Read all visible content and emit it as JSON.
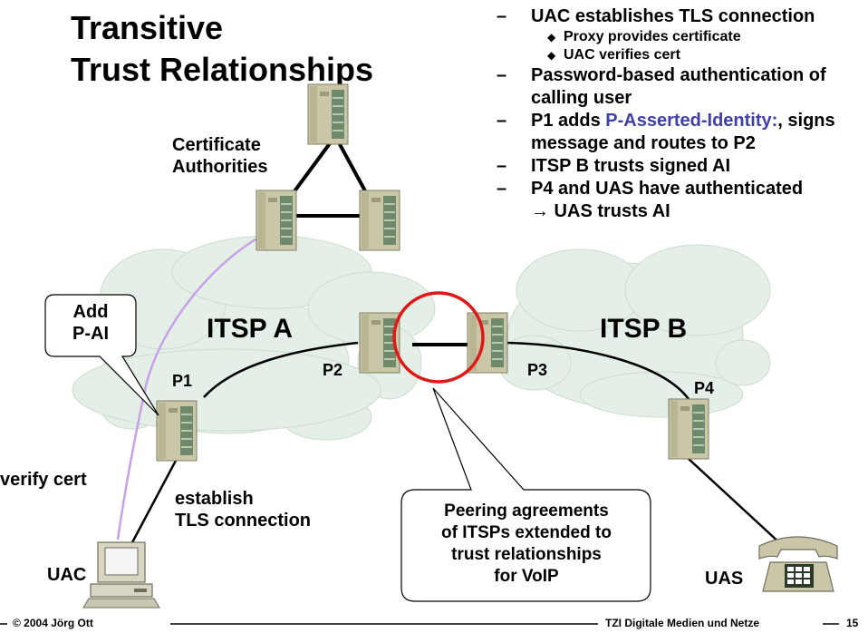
{
  "title": {
    "line1": "Transitive",
    "line2": "Trust Relationships"
  },
  "bullets": [
    {
      "text": "UAC establishes TLS connection",
      "sub": [
        "Proxy provides certificate",
        "UAC verifies cert"
      ]
    },
    {
      "text": "Password-based authentication of calling user"
    },
    {
      "prefix": "P1 adds ",
      "highlight": "P-Asserted-Identity:",
      "suffix": ", signs message and routes to P2"
    },
    {
      "text": "ITSP B trusts signed AI"
    },
    {
      "text": "P4 and UAS have authenticated",
      "text2": "→ UAS trusts AI"
    }
  ],
  "bullet_dash": "–",
  "sub_bullet_glyph": "◆",
  "diagram": {
    "ca_label_1": "Certificate",
    "ca_label_2": "Authorities",
    "itsp_a": "ITSP A",
    "itsp_b": "ITSP B",
    "p1": "P1",
    "p2": "P2",
    "p3": "P3",
    "p4": "P4",
    "add_pai_1": "Add",
    "add_pai_2": "P-AI",
    "verify_cert": "verify cert",
    "establish_1": "establish",
    "establish_2": "TLS connection",
    "uac": "UAC",
    "uas": "UAS",
    "peering": [
      "Peering agreements",
      "of ITSPs extended to",
      "trust relationships",
      "for VoIP"
    ]
  },
  "footer": {
    "left": "© 2004 Jörg Ott",
    "right": "TZI Digitale Medien und Netze",
    "page": "15"
  },
  "colors": {
    "cloud": "#e4efe7",
    "server": "#c9c7a8",
    "server_front": "#6f8a6b",
    "ring": "#e01818",
    "cert_line": "#c8a0e8",
    "highlight": "#4040a8"
  }
}
